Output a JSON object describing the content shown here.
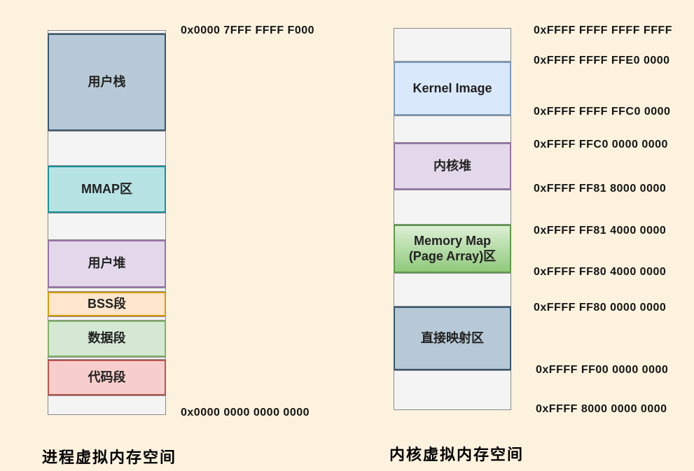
{
  "diagram": {
    "left": {
      "caption": "进程虚拟内存空间",
      "top_address": "0x0000 7FFF FFFF F000",
      "bottom_address": "0x0000 0000 0000 0000",
      "segments": {
        "user_stack": "用户栈",
        "mmap": "MMAP区",
        "user_heap": "用户堆",
        "bss": "BSS段",
        "data": "数据段",
        "code": "代码段"
      }
    },
    "right": {
      "caption": "内核虚拟内存空间",
      "segments": {
        "kernel_image": "Kernel Image",
        "kernel_heap": "内核堆",
        "memmap_line1": "Memory Map",
        "memmap_line2": "(Page Array)区",
        "direct_map": "直接映射区"
      },
      "addresses": [
        "0xFFFF FFFF FFFF FFFF",
        "0xFFFF FFFF FFE0 0000",
        "0xFFFF FFFF FFC0 0000",
        "0xFFFF FFC0 0000 0000",
        "0xFFFF FF81 8000 0000",
        "0xFFFF FF81 4000 0000",
        "0xFFFF FF80 4000 0000",
        "0xFFFF FF80 0000 0000",
        "0xFFFF FF00 0000 0000",
        "0xFFFF 8000 0000 0000"
      ]
    }
  },
  "colors": {
    "background": "#fcf2de",
    "blank_fill": "#f4f4f5",
    "blank_border": "#8a8a8a",
    "user_stack_fill": "#b7c9d6",
    "user_stack_border": "#39566e",
    "mmap_fill": "#b8e3e4",
    "mmap_border": "#17919b",
    "heap_fill": "#e3d8ea",
    "heap_border": "#9673a6",
    "bss_fill": "#ffe6cc",
    "bss_border": "#d79b00",
    "data_fill": "#d5e8d4",
    "data_border": "#82b366",
    "code_fill": "#f8cecc",
    "code_border": "#b85450",
    "kernel_image_fill": "#dae8fc",
    "kernel_image_border": "#7d9cc0",
    "memmap_fill_top": "#dcefd5",
    "memmap_fill_bottom": "#90c97b",
    "memmap_border": "#5d9c48",
    "direct_map_fill": "#b7c9d6",
    "direct_map_border": "#39566e"
  }
}
